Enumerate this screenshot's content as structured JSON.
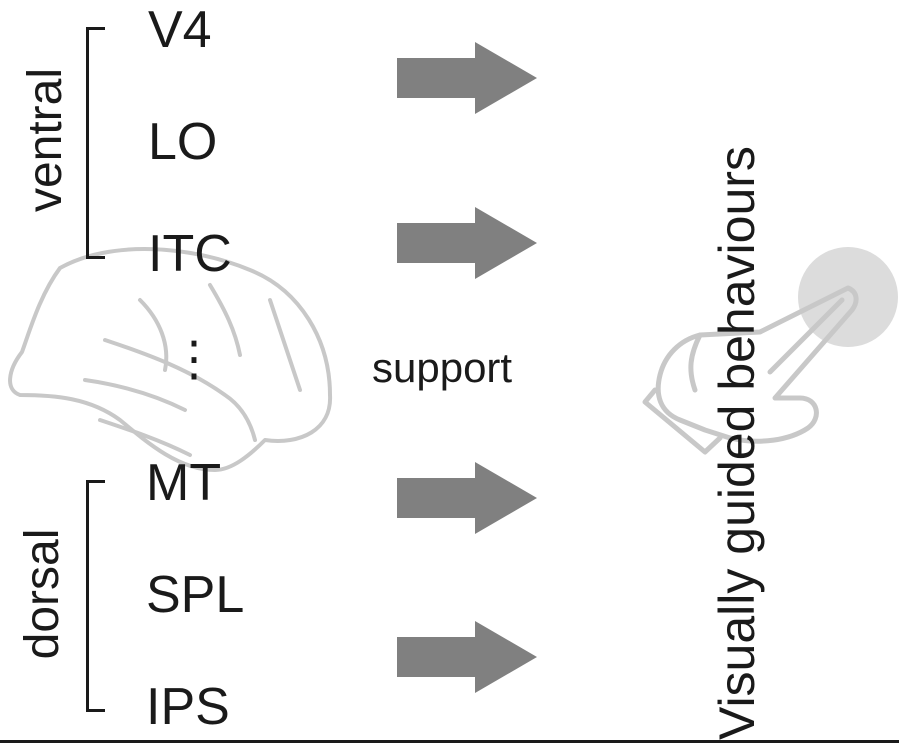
{
  "ventral": {
    "label": "ventral",
    "areas": [
      "V4",
      "LO",
      "ITC"
    ]
  },
  "dorsal": {
    "label": "dorsal",
    "areas": [
      "MT",
      "SPL",
      "IPS"
    ]
  },
  "ellipsis": "⋮",
  "middle_label": "support",
  "outcome_label": "Visually guided behaviours",
  "colors": {
    "text": "#1a1a1a",
    "arrow": "#808080",
    "outline": "#c8c8c8",
    "touch": "#d9d9d9"
  },
  "icons": [
    "brain-outline-icon",
    "pointing-hand-icon",
    "touch-circle-icon",
    "arrow-right-icon"
  ]
}
